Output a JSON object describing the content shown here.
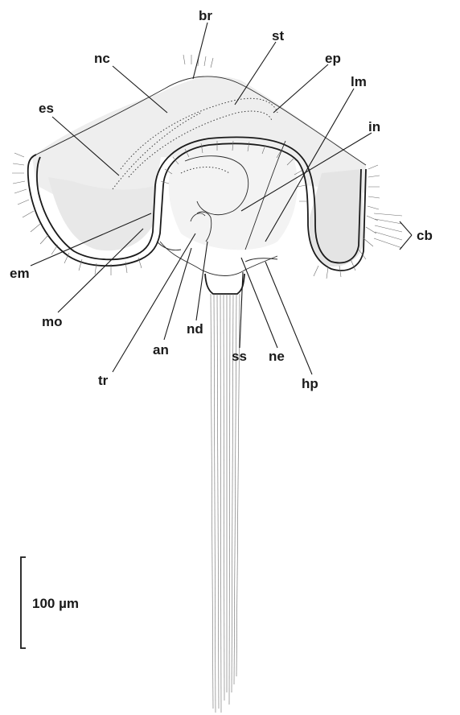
{
  "labels": {
    "br": "br",
    "st": "st",
    "nc": "nc",
    "ep": "ep",
    "es": "es",
    "lm": "lm",
    "in": "in",
    "cb": "cb",
    "em": "em",
    "mo": "mo",
    "an": "an",
    "nd": "nd",
    "tr": "tr",
    "ss": "ss",
    "ne": "ne",
    "hp": "hp"
  },
  "scale_bar": {
    "label": "100 µm"
  },
  "colors": {
    "ink": "#1a1a1a",
    "shading": "#e6e6e6",
    "background": "#ffffff"
  }
}
